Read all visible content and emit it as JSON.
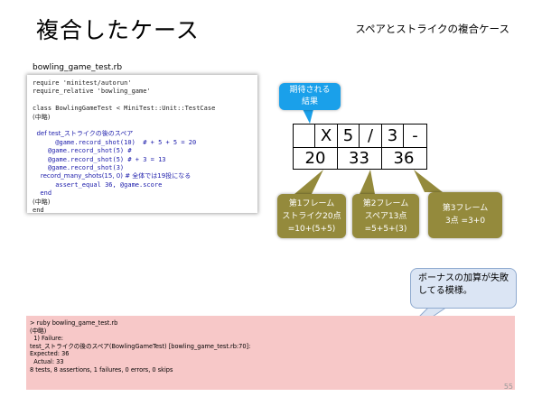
{
  "slide": {
    "title": "複合したケース",
    "subtitle": "スペアとストライクの複合ケース",
    "page_number": "55"
  },
  "code_panel": {
    "filename": "bowling_game_test.rb",
    "lines": [
      "require 'minitest/autorun'",
      "require_relative 'bowling_game'",
      "",
      "class BowlingGameTest < MiniTest::Unit::TestCase",
      "(中略)",
      "",
      "  def test_ストライクの後のスペア",
      "      @game.record_shot(10)  # + 5 + 5 = 20",
      "    @game.record_shot(5) #",
      "    @game.record_shot(5) # + 3 = 13",
      "    @game.record_shot(3)",
      "    record_many_shots(15, 0) # 全体では19投になる",
      "      assert_equal 36, @game.score",
      "  end",
      "(中略)",
      "end"
    ]
  },
  "expected_label": "期待される\n結果",
  "score": {
    "marks": [
      "X",
      "5",
      "/",
      "3",
      "-"
    ],
    "totals": [
      "20",
      "33",
      "36"
    ]
  },
  "frame_callouts": [
    {
      "line1": "第1フレーム",
      "line2": "ストライク20点",
      "line3": "=10+(5+5)"
    },
    {
      "line1": "第2フレーム",
      "line2": "スペア13点",
      "line3": "=5+5+(3)"
    },
    {
      "line1": "第3フレーム",
      "line2": "3点 =3+0",
      "line3": ""
    }
  ],
  "note_bubble": "ボーナスの加算が失敗\nしてる模様。",
  "console": {
    "lines": [
      "> ruby bowling_game_test.rb",
      "(中略)",
      "  1) Failure:",
      "test_ストライクの後のスペア(BowlingGameTest) [bowling_game_test.rb:70]:",
      "Expected: 36",
      "  Actual: 33",
      "",
      "8 tests, 8 assertions, 1 failures, 0 errors, 0 skips"
    ]
  },
  "colors": {
    "callout_blue": "#1aa0ea",
    "callout_olive": "#948a3c",
    "console_bg": "#f7c8c8",
    "bubble_bg": "#dbe5f4"
  }
}
